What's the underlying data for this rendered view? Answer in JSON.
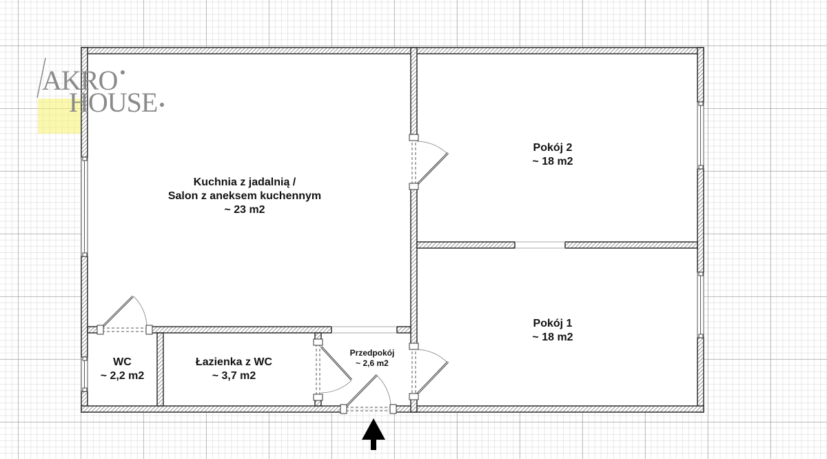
{
  "logo": {
    "line1": "AKRO",
    "line2": "HOUSE",
    "highlight_color": "#f5f06e",
    "text_color": "#8a8a8a"
  },
  "rooms": [
    {
      "id": "kitchen",
      "lines": [
        "Kuchnia z jadalnią /",
        "Salon z aneksem kuchennym",
        "~ 23 m2"
      ]
    },
    {
      "id": "pokoj2",
      "lines": [
        "Pokój 2",
        "~ 18 m2"
      ]
    },
    {
      "id": "pokoj1",
      "lines": [
        "Pokój 1",
        "~ 18 m2"
      ]
    },
    {
      "id": "wc",
      "lines": [
        "WC",
        "~ 2,2 m2"
      ]
    },
    {
      "id": "lazienka",
      "lines": [
        "Łazienka z WC",
        "~ 3,7 m2"
      ]
    },
    {
      "id": "przedpokoj",
      "lines": [
        "Przedpokój",
        "~ 2,6 m2"
      ]
    }
  ],
  "entrance": {
    "icon": "arrow-up-icon",
    "label": "entrance"
  },
  "colors": {
    "wall_stroke": "#333333",
    "wall_hatch": "#666666",
    "grid": "#bdbdbd"
  }
}
